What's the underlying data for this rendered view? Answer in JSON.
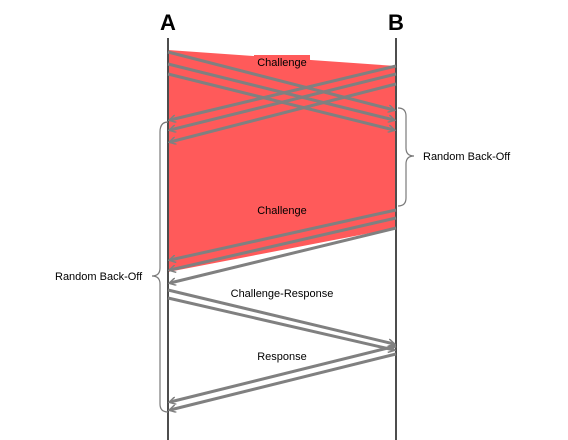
{
  "nodes": {
    "a": "A",
    "b": "B"
  },
  "messages": {
    "challenge_1": "Challenge",
    "challenge_2": "Challenge",
    "challenge_response": "Challenge-Response",
    "response": "Response"
  },
  "braces": {
    "right": "Random Back-Off",
    "left": "Random Back-Off"
  },
  "colors": {
    "collision_fill": "#ff5a5a",
    "arrow": "#808080",
    "lifeline": "#4d4d4d"
  }
}
